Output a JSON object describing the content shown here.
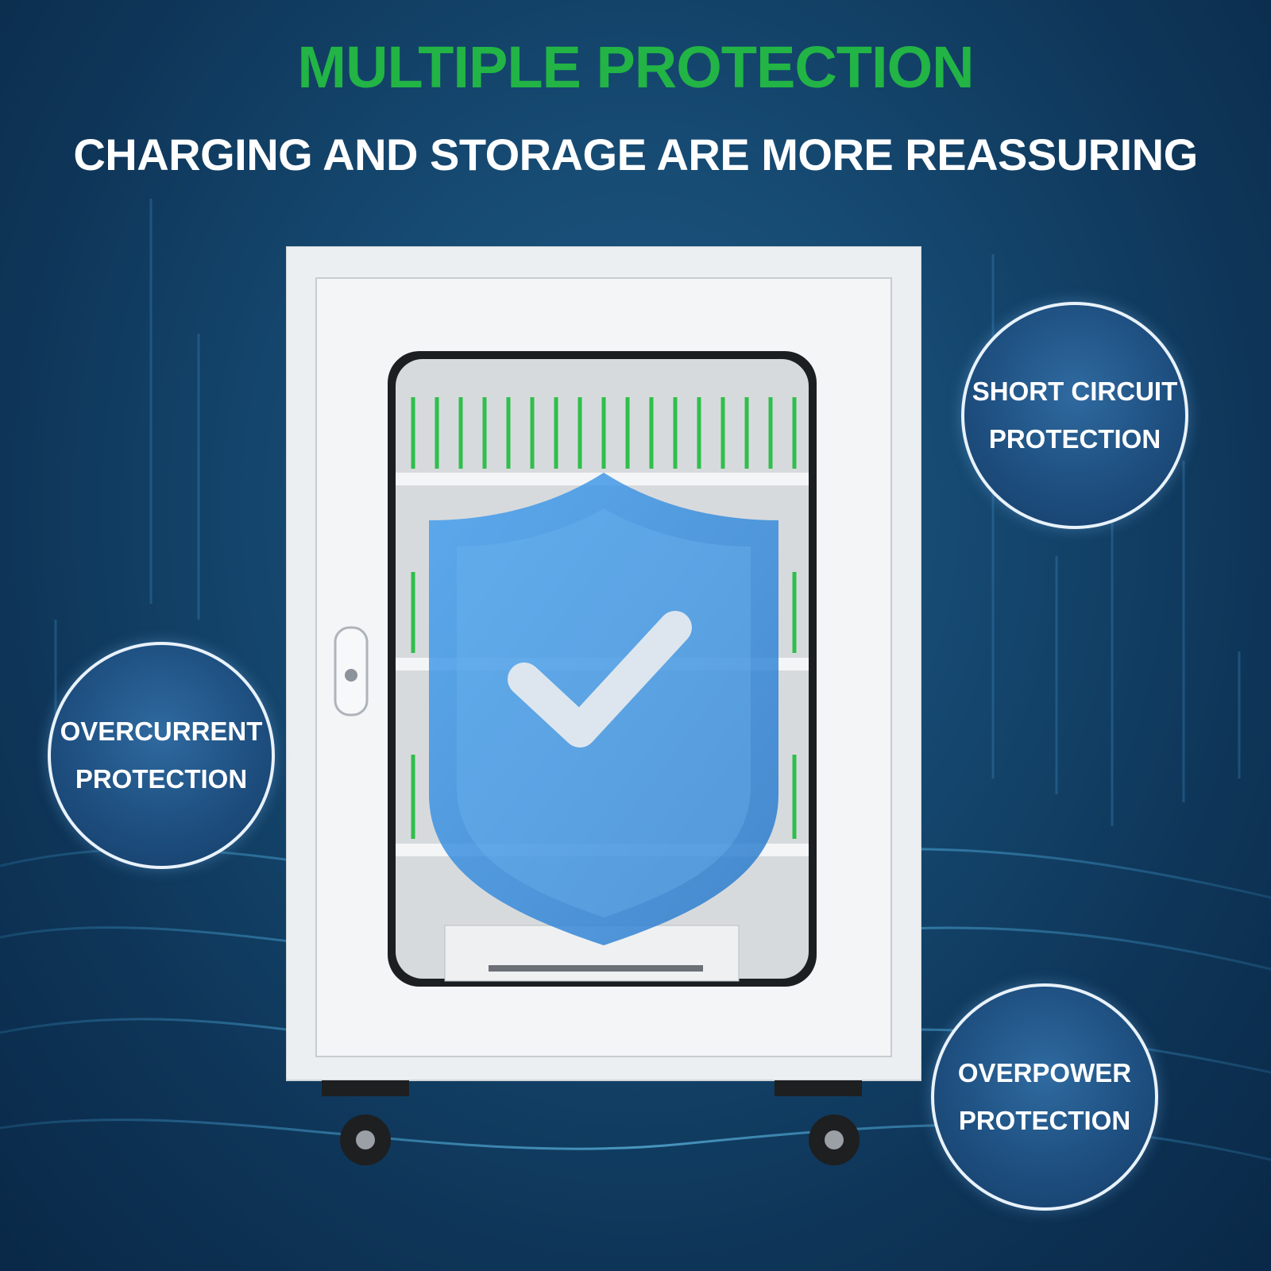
{
  "headline": {
    "title": "MULTIPLE PROTECTION",
    "subtitle": "CHARGING AND STORAGE ARE MORE REASSURING"
  },
  "badges": [
    {
      "label": "SHORT CIRCUIT\nPROTECTION"
    },
    {
      "label": "OVERCURRENT\nPROTECTION"
    },
    {
      "label": "OVERPOWER\nPROTECTION"
    }
  ],
  "product": {
    "icon": "shield-check-icon",
    "accent_color": "#2c8be0",
    "slot_color": "#2fbf4a"
  },
  "colors": {
    "title": "#22b445",
    "subtitle": "#ffffff",
    "background": "#164a72"
  }
}
